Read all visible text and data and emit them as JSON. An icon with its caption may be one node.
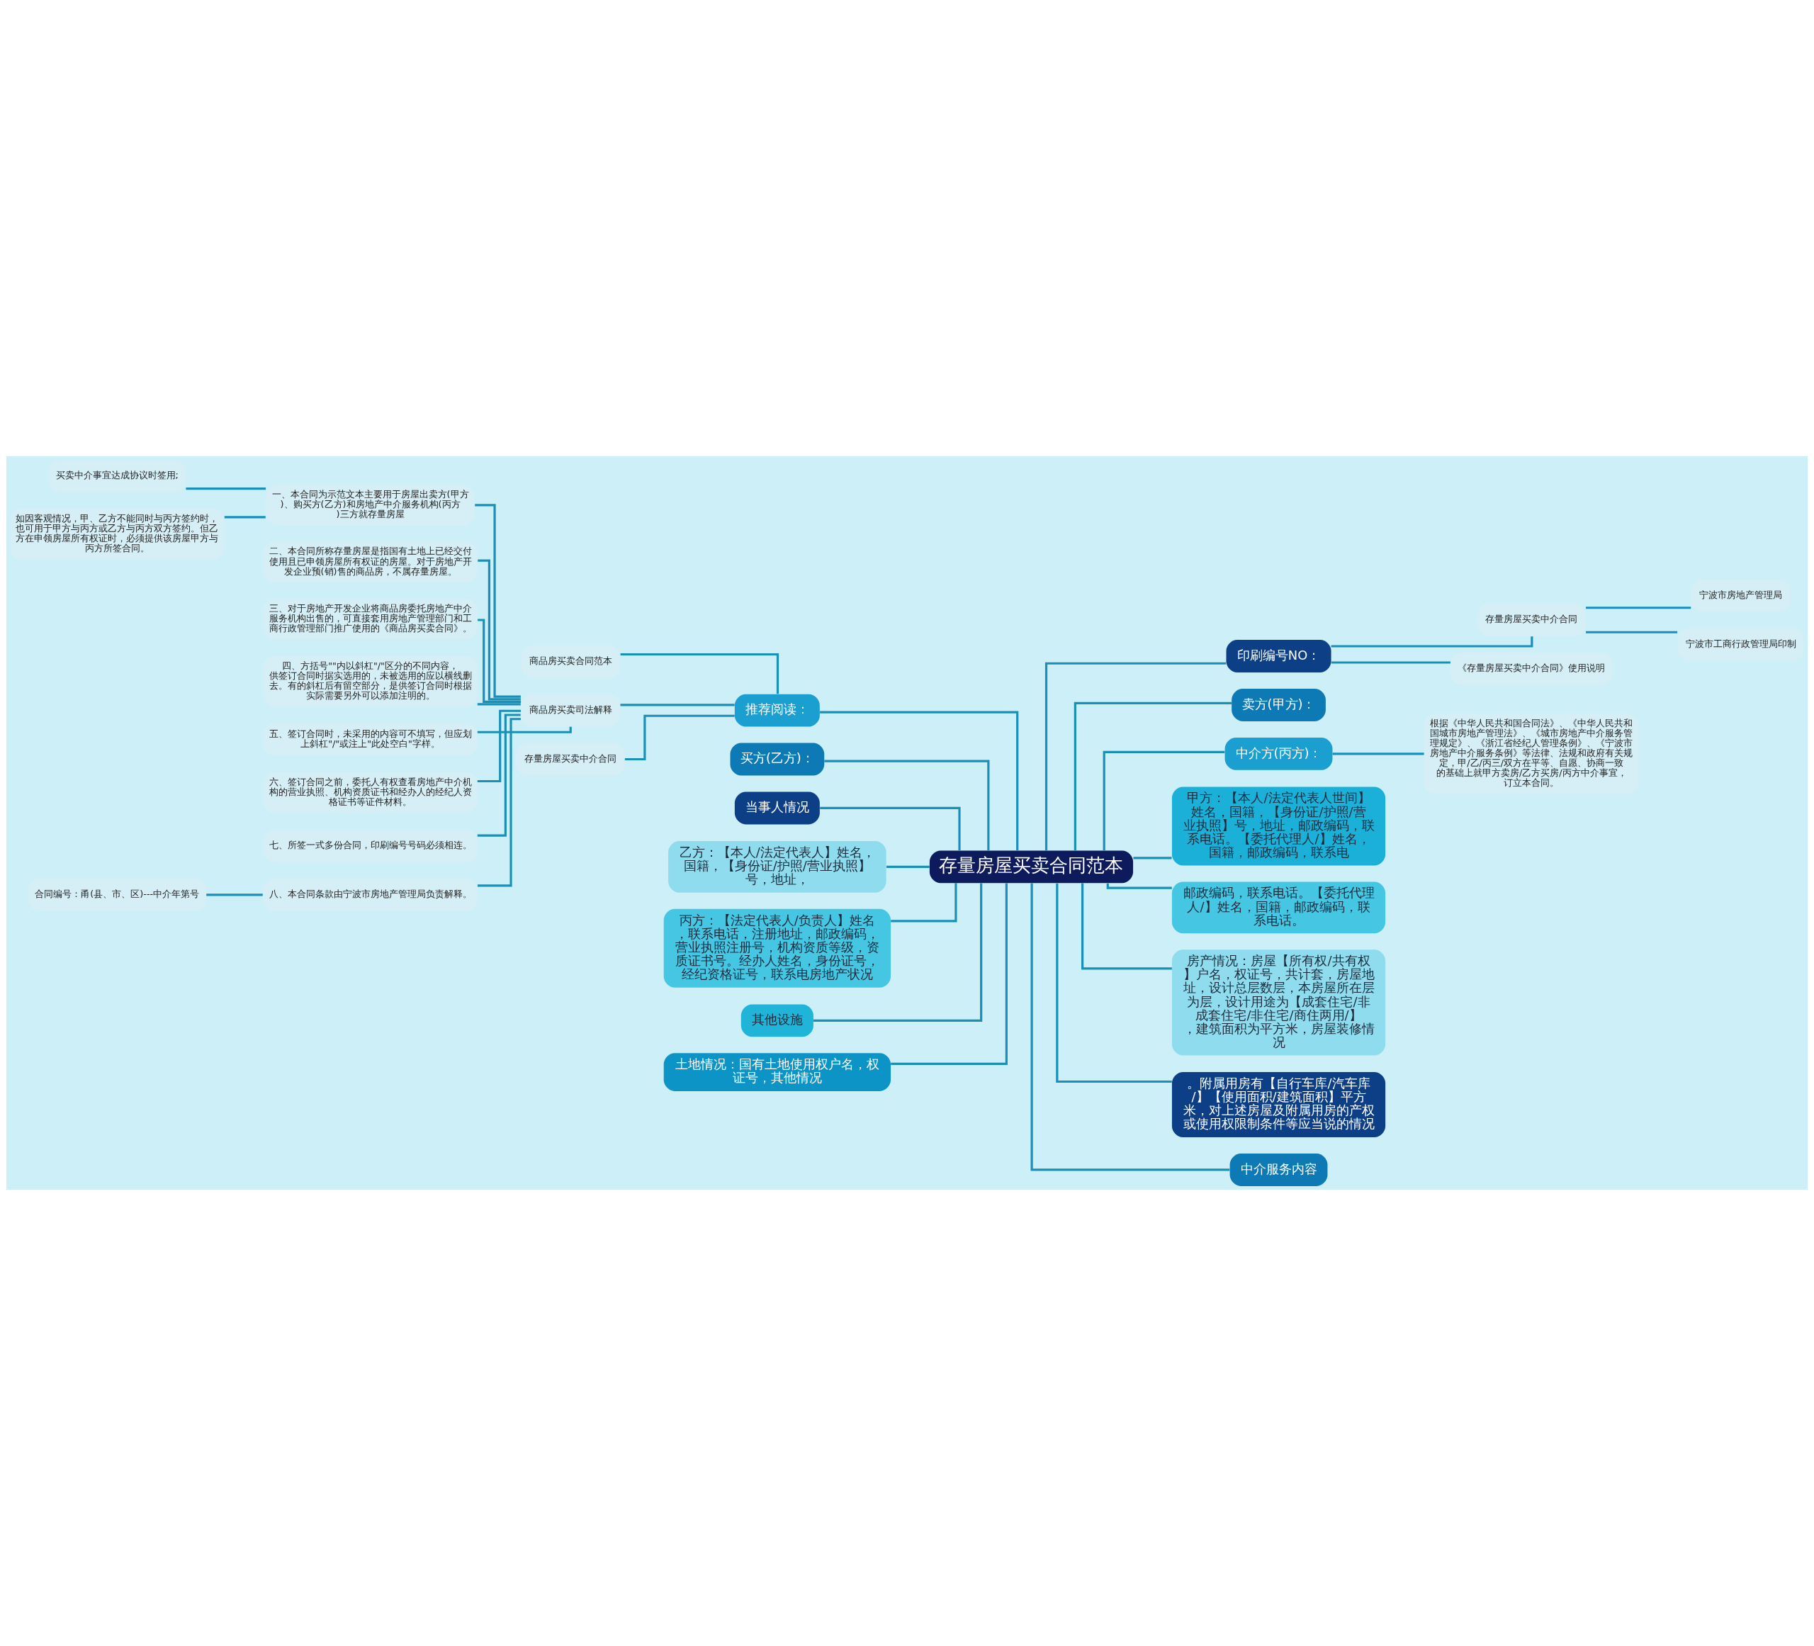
{
  "diagram": {
    "nodes": [
      {
        "text": [
          "存量房屋买卖合同范本"
        ]
      },
      {
        "text": [
          "推荐阅读："
        ]
      },
      {
        "text": [
          "商品房买卖合同范本"
        ]
      },
      {
        "text": [
          "商品房买卖司法解释"
        ]
      },
      {
        "text": [
          "一、本合同为示范文本主要用于房屋出卖方(甲方)、购买方(乙方)和房地产中介服务机构(丙方)三方就存量房屋"
        ]
      },
      {
        "text": [
          "买卖中介事宜达成协议时签用;"
        ]
      },
      {
        "text": [
          "如因客观情况，甲、乙方不能同时与丙方签约时，也可用于甲方与丙方或乙方与丙方双方签约。但乙方在申领房屋所有权证时，必须提供该房屋甲方与丙方所签合同。"
        ]
      },
      {
        "text": [
          "二、本合同所称存量房屋是指国有土地上已经交付使用且已申领房屋所有权证的房屋。对于房地产开发企业预(销)售的商品房，不属存量房屋。"
        ]
      },
      {
        "text": [
          "三、对于房地产开发企业将商品房委托房地产中介服务机构出售的，可直接套用房地产管理部门和工商行政管理部门推广使用的《商品房买卖合同》。"
        ]
      },
      {
        "text": [
          "四、方括号\"\"内以斜杠\"/\"区分的不同内容，供签订合同时据实选用的，未被选用的应以横线删去。有的斜杠后有留空部分，是供签订合同时根据实际需要另外可以添加注明的。"
        ]
      },
      {
        "text": [
          "五、签订合同时，未采用的内容可不填写，但应划上斜杠\"/\"或注上\"此处空白\"字样。"
        ]
      },
      {
        "text": [
          "六、签订合同之前，委托人有权查看房地产中介机构的营业执照、机构资质证书和经办人的经纪人资格证书等证件材料。"
        ]
      },
      {
        "text": [
          "七、所签一式多份合同，印刷编号号码必须相连。"
        ]
      },
      {
        "text": [
          "八、本合同条款由宁波市房地产管理局负责解释。"
        ]
      },
      {
        "text": [
          "合同编号：甬(县、市、区)---中介年第号"
        ]
      },
      {
        "text": [
          "存量房屋买卖中介合同"
        ]
      },
      {
        "text": [
          "买方(乙方)："
        ]
      },
      {
        "text": [
          "当事人情况"
        ]
      },
      {
        "text": [
          "乙方：【本人/法定代表人】姓名，国籍，【身份证/护照/营业执照】号，地址，"
        ]
      },
      {
        "text": [
          "丙方：【法定代表人/负责人】姓名，联系电话，注册地址，邮政编码，营业执照注册号，机构资质等级，资质证书号。经办人姓名，身份证号，经纪资格证号，联系电房地产状况"
        ]
      },
      {
        "text": [
          "其他设施"
        ]
      },
      {
        "text": [
          "土地情况：国有土地使用权户名，权证号，其他情况"
        ]
      },
      {
        "text": [
          "印刷编号NO："
        ]
      },
      {
        "text": [
          "存量房屋买卖中介合同"
        ]
      },
      {
        "text": [
          "宁波市房地产管理局"
        ]
      },
      {
        "text": [
          "宁波市工商行政管理局印制"
        ]
      },
      {
        "text": [
          "《存量房屋买卖中介合同》使用说明"
        ]
      },
      {
        "text": [
          "卖方(甲方)："
        ]
      },
      {
        "text": [
          "中介方(丙方)："
        ]
      },
      {
        "text": [
          "根据《中华人民共和国合同法》、《中华人民共和国城市房地产管理法》、《城市房地产中介服务管理规定》、《浙江省经纪人管理条例》、《宁波市房地产中介服务条例》等法律、法规和政府有关规定，甲/乙/丙三/双方在平等、自愿、协商一致的基础上就甲方卖房/乙方买房/丙方中介事宜，订立本合同。"
        ]
      },
      {
        "text": [
          "甲方：【本人/法定代表人世间】姓名，国籍，【身份证/护照/营业执照】号，地址，邮政编码，联系电话。【委托代理人/】姓名，国籍，邮政编码，联系电"
        ]
      },
      {
        "text": [
          "邮政编码，联系电话。【委托代理人/】姓名，国籍，邮政编码，联系电话。"
        ]
      },
      {
        "text": [
          "房产情况：房屋【所有权/共有权】户名，权证号，共计套，房屋地址，设计总层数层，本房屋所在层为层，设计用途为【成套住宅/非成套住宅/非住宅/商住两用/】，建筑面积为平方米，房屋装修情况"
        ]
      },
      {
        "text": [
          "。附属用房有【自行车库/汽车库/】【使用面积/建筑面积】平方米，对上述房屋及附属用房的产权或使用权限制条件等应当说的情况"
        ]
      },
      {
        "text": [
          "中介服务内容"
        ]
      }
    ],
    "edges": [
      {
        "from": 0,
        "to": 1,
        "arrow": "none"
      },
      {
        "from": 1,
        "to": 2,
        "arrow": "none"
      },
      {
        "from": 1,
        "to": 3,
        "arrow": "none"
      },
      {
        "from": 3,
        "to": 4,
        "arrow": "none"
      },
      {
        "from": 4,
        "to": 5,
        "arrow": "none"
      },
      {
        "from": 4,
        "to": 6,
        "arrow": "none"
      },
      {
        "from": 3,
        "to": 7,
        "arrow": "none"
      },
      {
        "from": 3,
        "to": 8,
        "arrow": "none"
      },
      {
        "from": 3,
        "to": 9,
        "arrow": "none"
      },
      {
        "from": 3,
        "to": 10,
        "arrow": "none"
      },
      {
        "from": 3,
        "to": 11,
        "arrow": "none"
      },
      {
        "from": 3,
        "to": 12,
        "arrow": "none"
      },
      {
        "from": 3,
        "to": 13,
        "arrow": "none"
      },
      {
        "from": 13,
        "to": 14,
        "arrow": "none"
      },
      {
        "from": 1,
        "to": 15,
        "arrow": "none"
      },
      {
        "from": 0,
        "to": 16,
        "arrow": "none"
      },
      {
        "from": 0,
        "to": 17,
        "arrow": "none"
      },
      {
        "from": 0,
        "to": 18,
        "arrow": "none"
      },
      {
        "from": 0,
        "to": 19,
        "arrow": "none"
      },
      {
        "from": 0,
        "to": 20,
        "arrow": "none"
      },
      {
        "from": 0,
        "to": 21,
        "arrow": "none"
      },
      {
        "from": 0,
        "to": 22,
        "arrow": "none"
      },
      {
        "from": 22,
        "to": 23,
        "arrow": "none"
      },
      {
        "from": 23,
        "to": 24,
        "arrow": "none"
      },
      {
        "from": 23,
        "to": 25,
        "arrow": "none"
      },
      {
        "from": 22,
        "to": 26,
        "arrow": "none"
      },
      {
        "from": 0,
        "to": 27,
        "arrow": "none"
      },
      {
        "from": 0,
        "to": 28,
        "arrow": "none"
      },
      {
        "from": 28,
        "to": 29,
        "arrow": "none"
      },
      {
        "from": 0,
        "to": 30,
        "arrow": "none"
      },
      {
        "from": 0,
        "to": 31,
        "arrow": "none"
      },
      {
        "from": 0,
        "to": 32,
        "arrow": "none"
      },
      {
        "from": 0,
        "to": 33,
        "arrow": "none"
      },
      {
        "from": 0,
        "to": 34,
        "arrow": "none"
      }
    ]
  }
}
